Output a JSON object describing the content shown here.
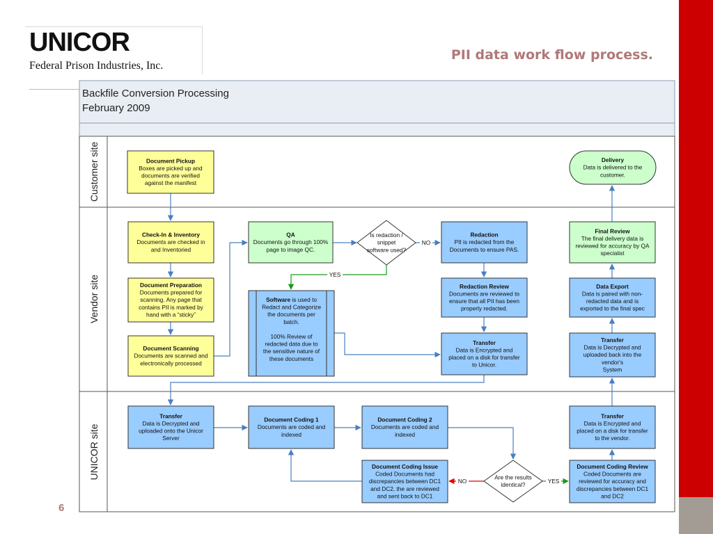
{
  "logo": {
    "word": "UNICOR",
    "subtitle": "Federal Prison Industries, Inc."
  },
  "slide": {
    "title": "PII data work flow process.",
    "page_number": "6"
  },
  "diagram": {
    "header": {
      "line1": "Backfile Conversion Processing",
      "line2": "February 2009"
    },
    "lanes": {
      "customer": "Customer site",
      "vendor": "Vendor site",
      "unicor": "UNICOR site"
    },
    "colors": {
      "yellow": "#ffff99",
      "green": "#ccffcc",
      "blue": "#99ccff",
      "header_bg": "#e8eef4"
    },
    "nodes": {
      "pickup": {
        "title": "Document Pickup",
        "lines": [
          "Boxes are picked up and",
          "documents are verified",
          "against the manifest"
        ]
      },
      "delivery": {
        "title": "Delivery",
        "lines": [
          "Data is delivered to the",
          "customer."
        ]
      },
      "checkin": {
        "title": "Check-In & Inventory",
        "lines": [
          "Documents are checked in",
          "and Inventoried"
        ]
      },
      "prep": {
        "title": "Document Preparation",
        "lines": [
          "Documents prepared for",
          "scanning. Any page that",
          "contains PII is marked by",
          "hand with a “sticky”"
        ]
      },
      "scan": {
        "title": "Document Scanning",
        "lines": [
          "Documents are scanned and",
          "electronically processed"
        ]
      },
      "qa": {
        "title": "QA",
        "lines": [
          "Documents go through 100%",
          "page to image QC."
        ]
      },
      "decision1": {
        "lines": [
          "Is redaction /",
          "snippet",
          "software used?"
        ]
      },
      "redaction": {
        "title": "Redaction",
        "lines": [
          "PII is redacted from the",
          "Documents to ensure PAS."
        ]
      },
      "software": {
        "title_bold": "Software",
        "title_rest": " is used to",
        "lines": [
          "Redact and Categorize",
          "the documents per",
          "batch.",
          "",
          "100% Review of",
          "redacted data due to",
          "the sensitive nature of",
          "these documents"
        ]
      },
      "red_review": {
        "title": "Redaction Review",
        "lines": [
          "Documents are reviewed to",
          "ensure that all PII has been",
          "properly redacted."
        ]
      },
      "transfer_v1": {
        "title": "Transfer",
        "lines": [
          "Data is Encrypted and",
          "placed on a disk for transfer",
          "to Unicor."
        ]
      },
      "final_review": {
        "title": "Final Review",
        "lines": [
          "The final delivery data is",
          "reviewed for accuracy by QA",
          "specialist"
        ]
      },
      "export": {
        "title": "Data Export",
        "lines": [
          "Data is paired with non-",
          "redacted data and is",
          "exported to the final spec"
        ]
      },
      "transfer_v2": {
        "title": "Transfer",
        "lines": [
          "Data is Decrypted and",
          "uploaded back into the",
          "vendor's",
          "System"
        ]
      },
      "transfer_u1": {
        "title": "Transfer",
        "lines": [
          "Data is Decrypted and",
          "uploaded onto the Unicor",
          "Server"
        ]
      },
      "coding1": {
        "title": "Document Coding 1",
        "lines": [
          "Documents are coded and",
          "indexed"
        ]
      },
      "coding2": {
        "title": "Document Coding 2",
        "lines": [
          "Documents are coded and",
          "indexed"
        ]
      },
      "transfer_u2": {
        "title": "Transfer",
        "lines": [
          "Data is Encrypted and",
          "placed on a disk for transfer",
          "to the vendor."
        ]
      },
      "issue": {
        "title": "Document Coding Issue",
        "lines": [
          "Coded Documents had",
          "discrepancies between DC1",
          "and DC2, the are reviewed",
          "and sent back to DC1"
        ]
      },
      "decision2": {
        "lines": [
          "Are the results",
          "identical?"
        ]
      },
      "coding_review": {
        "title": "Document Coding Review",
        "lines": [
          "Coded Documents are",
          "reviewed for accuracy and",
          "discrepancies between DC1",
          "and DC2"
        ]
      }
    },
    "edge_labels": {
      "no1": "NO",
      "yes1": "YES",
      "no2": "NO",
      "yes2": "YES"
    }
  }
}
